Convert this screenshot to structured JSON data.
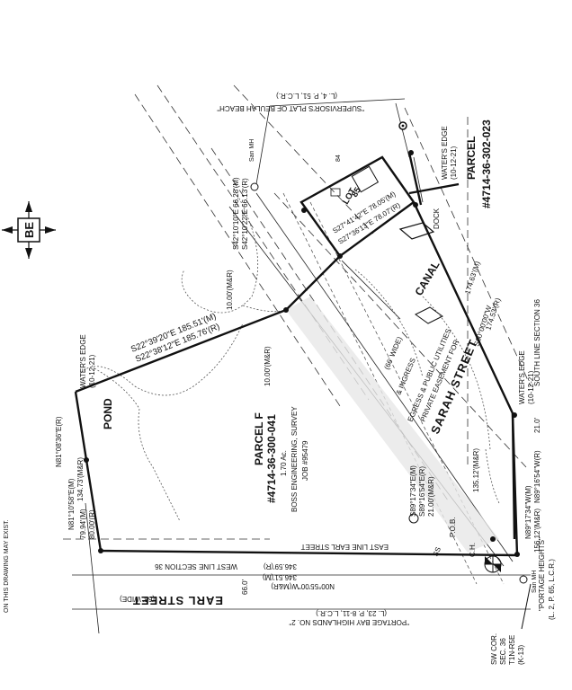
{
  "disclaimer": "ON THIS DRAWING MAY EXIST.",
  "logo": {
    "text": "BE"
  },
  "plat_beulah": "\"SUPERVISOR'S PLAT OF BEULAH BEACH\"",
  "plat_beulah_ref": "(L. 4, P. 51, L.C.R.)",
  "san_mh": "San MH",
  "lot": {
    "name": "LOT",
    "number": "84",
    "number2": "85"
  },
  "bearings": {
    "north_top_m": "S42°10'10\"E 66.28'(M)",
    "north_top_r": "S42°10'22\"E 66.13'(R)",
    "lot_m": "S27°41'42\"E 78.05'(M)",
    "lot_r": "S27°36'13\"E 78.07'(R)",
    "north_m": "S22°39'20\"E 185.51'(M)",
    "north_r": "S22°38'12\"E 185.76'(R)",
    "west_m": "N81°10'58\"E(M)",
    "west_r": "N81°08'36\"E(R)",
    "west_dist": "134.73'(M&R)",
    "sw_short_m": "79.94'(M)",
    "sw_short_r": "80.00'(R)",
    "south_m": "N00°55'00\"W(M&R)",
    "south_dist_m": "346.51'(M)",
    "south_dist_r": "346.59'(R)",
    "east_a_m": "S89°17'34\"E(M)",
    "east_a_r": "S89°16'54\"E(R)",
    "east_a_dist": "21.00'(M&R)",
    "east_b_dist": "135.12'(M&R)",
    "se_m": "N89°17'34\"W(M)",
    "se_r": "N89°16'54\"W(R)",
    "se_dist": "156.12'(M&R)",
    "se_short": "21.0'",
    "canal_m": "S60°00'00\"W",
    "canal_r": "S60°00'00\"W",
    "canal_dist_m": "174.63'(M)",
    "canal_dist_r": "174.53'(R)"
  },
  "waters_edge": "WATER'S EDGE",
  "waters_edge_date": "(10-12-21)",
  "pond": "POND",
  "canal": "CANAL",
  "dock": "DOCK",
  "dim_10": "10.00'(M&R)",
  "parcel_main": {
    "label": "PARCEL F",
    "number": "#4714-36-300-041",
    "area": "1.70 Ac.",
    "surveyor": "BOSS ENGINEERING, SURVEY",
    "job": "JOB #95479"
  },
  "parcel_ne": {
    "label": "PARCEL",
    "number": "#4714-36-302-023"
  },
  "street": {
    "name": "SARAH STREET",
    "width": "(66' WIDE)"
  },
  "easement": [
    "PRIVATE EASEMENT FOR",
    "EGRESS & PUBLIC UTILITIES",
    "& INGRESS"
  ],
  "earl_street": "EARL STREET",
  "earl_width": "(66' WIDE)",
  "earl_sixty_six": "66.0'",
  "east_line_earl": "EAST LINE EARL STREET",
  "west_line_sec": "WEST LINE SECTION 36",
  "south_line_sec": "SOUTH LINE SECTION 36",
  "portage_bay": "\"PORTAGE BAY HIGHLANDS NO. 2\"",
  "portage_bay_ref": "(L. 23, P. 8-11, L.C.R.)",
  "portage_heights": "\"PORTAGE HEIGHTS\"",
  "portage_heights_ref": "(L. 2, P. 65, L.C.R.)",
  "sw_corner": [
    "SW COR.",
    "SEC. 36",
    "T1N-R5E",
    "(K-13)"
  ],
  "pob": "P.O.B.",
  "ch": "C.H.",
  "ss": "SS"
}
